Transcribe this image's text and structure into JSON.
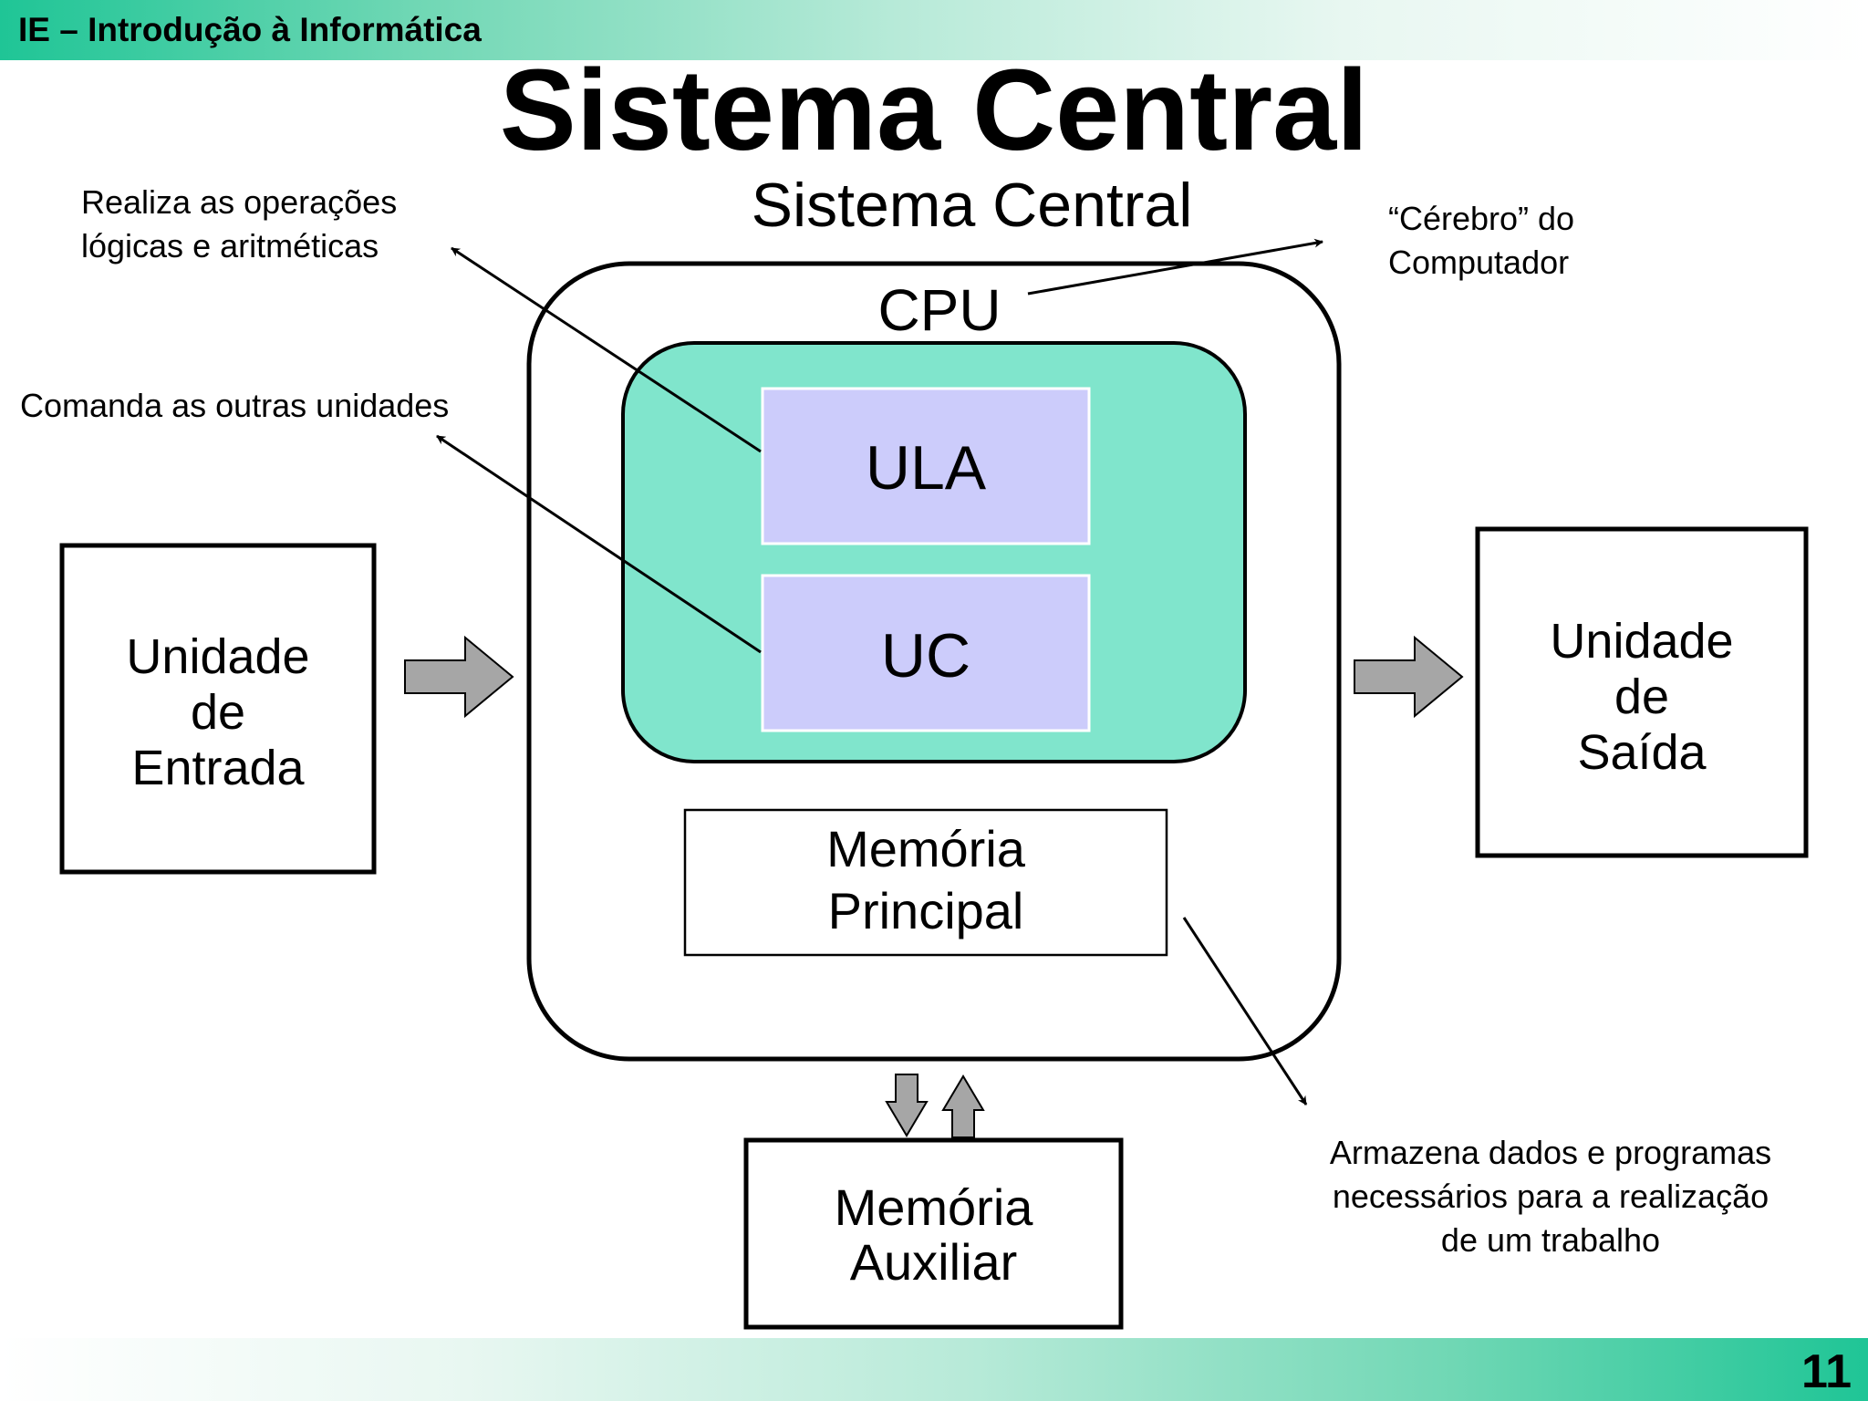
{
  "header": {
    "course": "IE – Introdução à Informática",
    "title": "Sistema Central",
    "page_number": "11"
  },
  "diagram": {
    "subtitle": "Sistema Central",
    "cpu_label": "CPU",
    "ula_label": "ULA",
    "uc_label": "UC",
    "main_memory": {
      "line1": "Memória",
      "line2": "Principal"
    },
    "input_unit": {
      "line1": "Unidade",
      "line2": "de",
      "line3": "Entrada"
    },
    "output_unit": {
      "line1": "Unidade",
      "line2": "de",
      "line3": "Saída"
    },
    "aux_memory": {
      "line1": "Memória",
      "line2": "Auxiliar"
    }
  },
  "annotations": {
    "ula_note": {
      "line1": "Realiza as operações",
      "line2": "lógicas e aritméticas"
    },
    "uc_note": "Comanda as outras unidades",
    "cpu_note": {
      "line1": "“Cérebro” do",
      "line2": "Computador"
    },
    "memory_note": {
      "line1": "Armazena dados e programas",
      "line2": "necessários para a realização",
      "line3": "de um trabalho"
    }
  },
  "colors": {
    "cpu_fill": "#80e5cc",
    "unit_fill": "#ccccfb",
    "arrow_fill": "#a6a6a6",
    "band_accent": "#1fc596"
  }
}
